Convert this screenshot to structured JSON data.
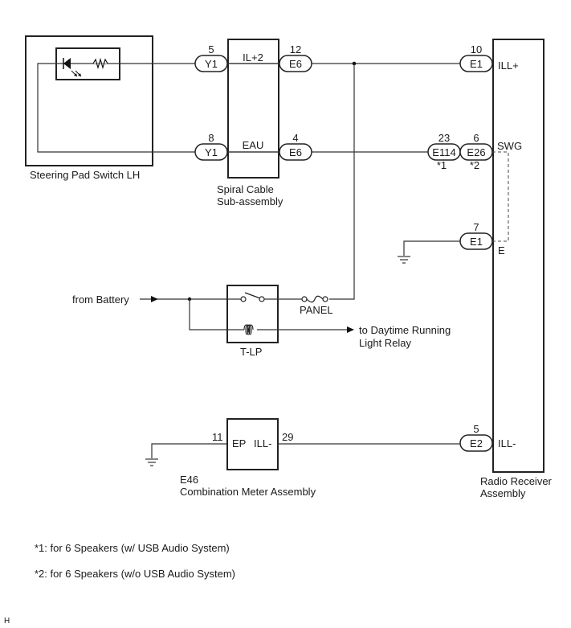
{
  "components": {
    "steering_pad_switch": {
      "label": "Steering Pad Switch LH"
    },
    "spiral_cable": {
      "label_line1": "Spiral Cable",
      "label_line2": "Sub-assembly",
      "pin_top": "IL+2",
      "pin_bottom": "EAU"
    },
    "radio_receiver": {
      "label_line1": "Radio Receiver",
      "label_line2": "Assembly",
      "pin_ill_plus": "ILL+",
      "pin_swg": "SWG",
      "pin_e": "E",
      "pin_ill_minus": "ILL-"
    },
    "relay": {
      "label": "T-LP"
    },
    "fuse": {
      "label": "PANEL"
    },
    "combination_meter": {
      "code": "E46",
      "label": "Combination Meter Assembly",
      "pin_left": "EP",
      "pin_right": "ILL-",
      "pin_left_no": "11",
      "pin_right_no": "29"
    }
  },
  "connectors": {
    "y1_top": {
      "code": "Y1",
      "pin": "5"
    },
    "y1_bottom": {
      "code": "Y1",
      "pin": "8"
    },
    "e6_top": {
      "code": "E6",
      "pin": "12"
    },
    "e6_bottom": {
      "code": "E6",
      "pin": "4"
    },
    "e1_top": {
      "code": "E1",
      "pin": "10"
    },
    "e114": {
      "code": "E114",
      "pin": "23",
      "note": "*1"
    },
    "e26": {
      "code": "E26",
      "pin": "6",
      "note": "*2"
    },
    "e1_ground": {
      "code": "E1",
      "pin": "7"
    },
    "e2": {
      "code": "E2",
      "pin": "5"
    }
  },
  "arrows": {
    "from_battery": "from Battery",
    "to_drl_line1": "to Daytime Running",
    "to_drl_line2": "Light Relay"
  },
  "notes": [
    "*1: for 6 Speakers (w/ USB Audio System)",
    "*2: for 6 Speakers (w/o USB Audio System)"
  ],
  "corner_mark": "H"
}
